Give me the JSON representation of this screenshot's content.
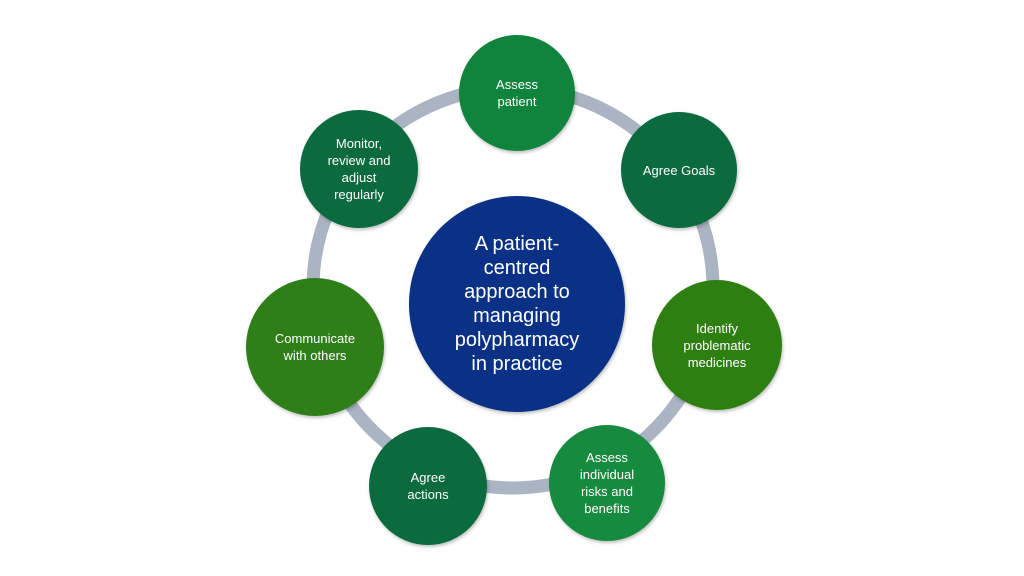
{
  "diagram": {
    "center": {
      "label": "A patient-\ncentred\napproach to\nmanaging\npolypharmacy\nin practice",
      "color": "#0a3186"
    },
    "ring_color": "#aab4c2",
    "steps": [
      {
        "label": "Assess\npatient",
        "color": "#10843c"
      },
      {
        "label": "Agree Goals",
        "color": "#0b6a3e"
      },
      {
        "label": "Identify\nproblematic\nmedicines",
        "color": "#2e7f12"
      },
      {
        "label": "Assess\nindividual\nrisks and\nbenefits",
        "color": "#168a3e"
      },
      {
        "label": "Agree\nactions",
        "color": "#0b6a3e"
      },
      {
        "label": "Communicate\nwith others",
        "color": "#2e7f18"
      },
      {
        "label": "Monitor,\nreview and\nadjust\nregularly",
        "color": "#0b6a3e"
      }
    ]
  }
}
